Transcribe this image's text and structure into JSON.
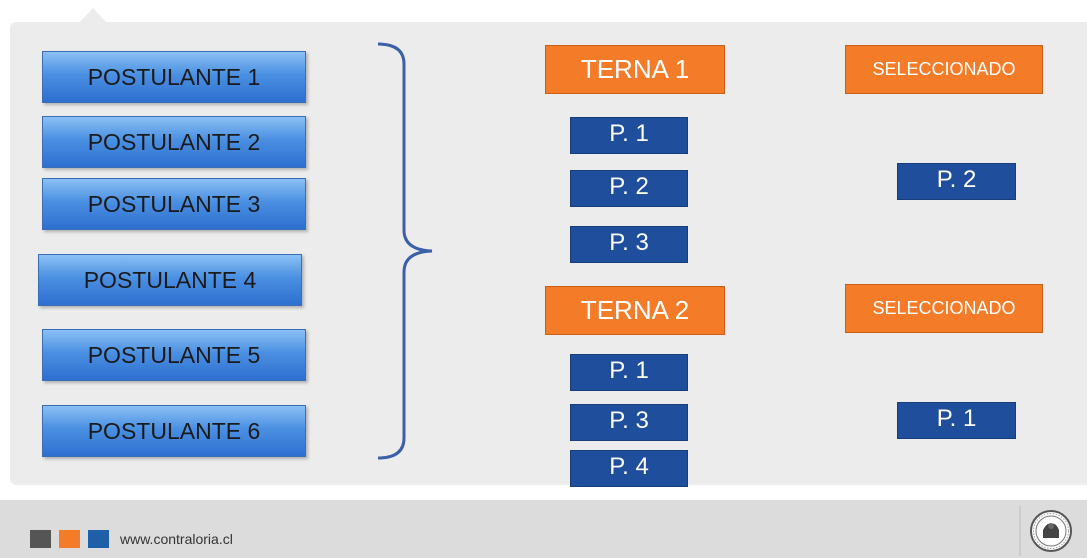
{
  "postulantes": [
    "POSTULANTE 1",
    "POSTULANTE 2",
    "POSTULANTE 3",
    "POSTULANTE 4",
    "POSTULANTE 5",
    "POSTULANTE 6"
  ],
  "ternas": [
    {
      "title": "TERNA 1",
      "members": [
        "P. 1",
        "P. 2",
        "P. 3"
      ],
      "selected_label": "SELECCIONADO",
      "selected": "P. 2"
    },
    {
      "title": "TERNA 2",
      "members": [
        "P. 1",
        "P. 3",
        "P. 4"
      ],
      "selected_label": "SELECCIONADO",
      "selected": "P. 1"
    }
  ],
  "footer": {
    "url": "www.contraloria.cl",
    "square_colors": [
      "#555555",
      "#f47c28",
      "#1f5fa8"
    ],
    "logo": "seal-logo"
  },
  "colors": {
    "orange": "#f47c28",
    "dark_blue": "#1f4e9c",
    "light_blue": "#4a90e2",
    "brace": "#3b5fa8"
  }
}
